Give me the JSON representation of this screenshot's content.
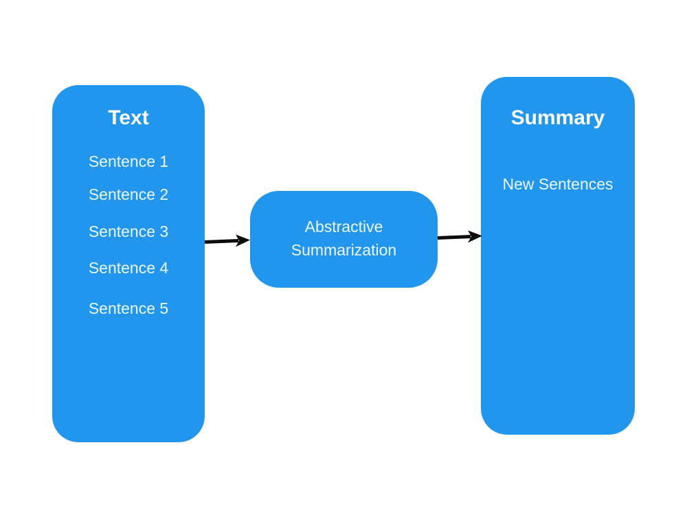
{
  "colors": {
    "background": "#ffffff",
    "box-blue": "#2196ec",
    "title-white": "#ffffff",
    "body-white": "#ecf8ff",
    "arrow-black": "#0c0c0c"
  },
  "diagram": {
    "left_box": {
      "title": "Text",
      "items": [
        "Sentence 1",
        "Sentence 2",
        "Sentence 3",
        "Sentence 4",
        "Sentence 5"
      ]
    },
    "middle_box": {
      "label_line1": "Abstractive",
      "label_line2": "Summarization"
    },
    "right_box": {
      "title": "Summary",
      "items": [
        "New Sentences"
      ]
    },
    "arrows": [
      {
        "name": "text-to-summarization"
      },
      {
        "name": "summarization-to-summary"
      }
    ]
  }
}
